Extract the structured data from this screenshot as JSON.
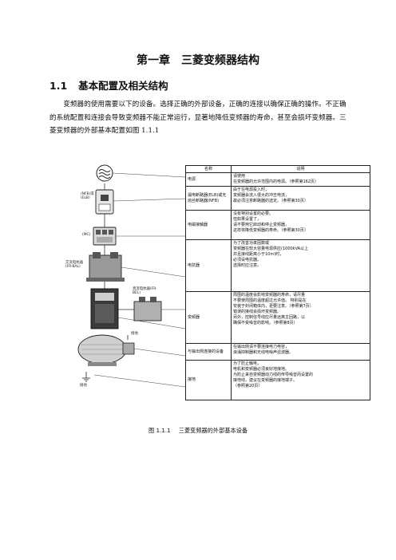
{
  "chapter": {
    "title": "第一章　三菱变频器结构"
  },
  "section": {
    "number": "1.1",
    "title": "基本配置及相关结构"
  },
  "intro": {
    "text": "变频器的使用需要以下的设备。选择正确的外部设备，正确的连接以确保正确的操作。不正确的系统配置和连接会导致变频器不能正常运行，显著地降低变频器的寿命，甚至会损坏变频器。三菱变频器的外部基本配置如图 1.1.1"
  },
  "figure": {
    "labels": {
      "nfb": "(NFB)或(ELB)",
      "mc": "(MC)",
      "ac_reactor": "交流电抗器(FR-BAL)",
      "dc_reactor": "直流电抗器(FR-BEL)",
      "ground_motor": "接地",
      "ground_bottom": "接地"
    },
    "table": {
      "header": {
        "name": "名称",
        "desc": "说明"
      },
      "rows": [
        {
          "name": "电源",
          "desc": [
            "请使用",
            "在变频器的允许范围内的电源。（参照第162页）"
          ]
        },
        {
          "name": "漏电断路器(ELB)或无熔丝断路器(NFB)",
          "desc": [
            "由于在电源投入时，",
            "变频器会流入很大的冲击电流，",
            "故必须注意断路器的选定。（参照第30页）"
          ]
        },
        {
          "name": "电磁接触器",
          "desc": [
            "没有特别设置的必要。",
            "但如果设置了，",
            "请不要用它启动和停止变频器，",
            "这样将降低变频器的寿命。（参照第30页）"
          ]
        },
        {
          "name": "电抗器",
          "desc": [
            "为了改善功率因数或",
            "变频器在较大容量电源供应(1000kVA以上",
            "并且接线距离小于10m)时，",
            "必须设电抗器。",
            "选择时应注意。"
          ]
        },
        {
          "name": "变频器",
          "desc": [
            "周围的温度会影响变频器的寿命，请尽量",
            "不要使周围的温度超过允许值。 特别是在",
            "安装于封闭箱体内，更要注意。（参照第7页）",
            "错误的接线会损坏变频器。",
            "另外，控制信号线应尽量远离主回路，以",
            "确保不受噪音的影响。（参照第8页）"
          ]
        },
        {
          "name": "与输出侧连接的设备",
          "desc": [
            "在输出侧请不要连接电力电容，",
            "浪涌抑制器和无线电噪声滤波器。"
          ]
        },
        {
          "name": "接地",
          "desc": [
            "为了防止触电，",
            "电机和变频器必须良好地接地。",
            "为防止来自变频器动力线的传导噪音而设置的",
            "接地线，建议在变频器的接地端子。",
            "（参照第20页）"
          ]
        }
      ]
    },
    "caption": {
      "number": "图 1.1.1",
      "text": "三菱变频器的外部基本设备"
    }
  }
}
